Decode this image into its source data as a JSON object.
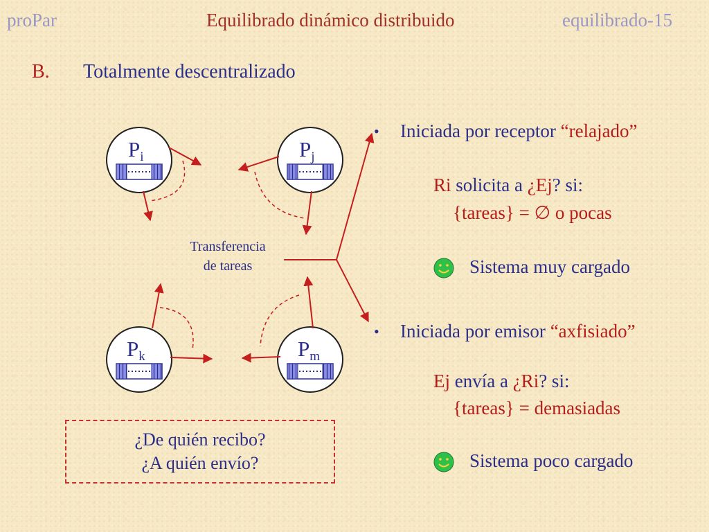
{
  "header": {
    "left": "proPar",
    "center": "Equilibrado dinámico distribuido",
    "right": "equilibrado-15"
  },
  "section": {
    "letter": "B.",
    "title": "Totalmente descentralizado"
  },
  "processors": [
    {
      "id": "pi",
      "letter": "P",
      "sub": "i"
    },
    {
      "id": "pj",
      "letter": "P",
      "sub": "j"
    },
    {
      "id": "pk",
      "letter": "P",
      "sub": "k"
    },
    {
      "id": "pm",
      "letter": "P",
      "sub": "m"
    }
  ],
  "transfer": {
    "line1": "Transferencia",
    "line2": "de tareas"
  },
  "receptor": {
    "bullet": "•",
    "text": "Iniciada por receptor ",
    "quote": "“relajado”",
    "condition": {
      "who": "Ri",
      "verb": " solicita a ",
      "target": "¿Ej",
      "rest": "? si:"
    },
    "set": "{tareas} = ",
    "empty_symbol": "∅",
    "set_rest": " o pocas",
    "outcome": "Sistema muy cargado"
  },
  "emisor": {
    "bullet": "•",
    "text": "Iniciada por emisor ",
    "quote": "“axfisiado”",
    "condition": {
      "who": "Ej",
      "verb": " envía a ",
      "target": "¿Ri",
      "rest": "? si:"
    },
    "set": "{tareas} = demasiadas",
    "outcome": "Sistema poco cargado"
  },
  "questions": {
    "line1": "¿De quién recibo?",
    "line2": "¿A quién envío?"
  },
  "icons": {
    "smiley": "smiley-face-icon",
    "queue": "task-queue-icon"
  },
  "colors": {
    "background": "#f7e9c5",
    "text_blue": "#2b2f8a",
    "accent_red": "#b51c1c",
    "header_faded": "#9a97c4",
    "smiley_green": "#2fc04a"
  }
}
